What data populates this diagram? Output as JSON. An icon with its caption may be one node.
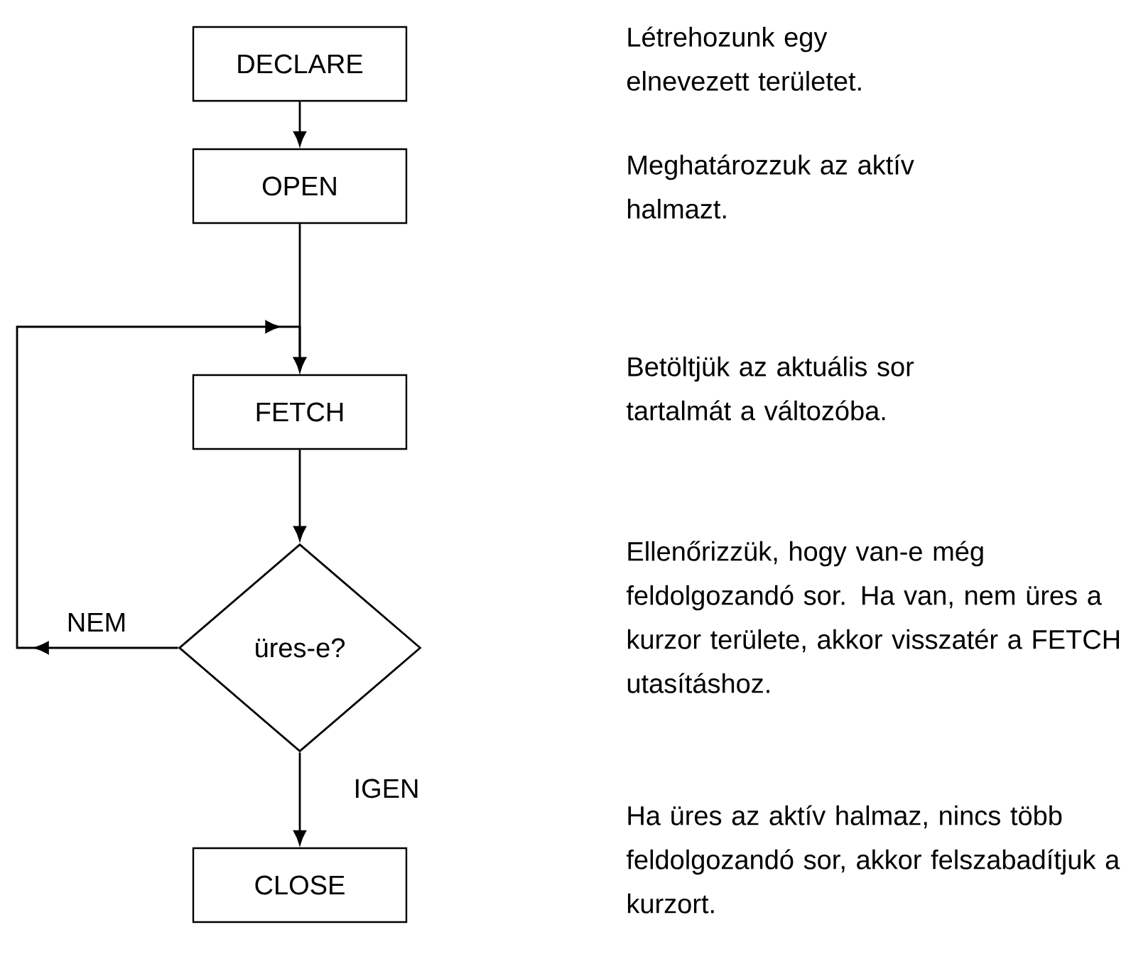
{
  "diagram": {
    "nodes": [
      {
        "text": [
          "DECLARE"
        ]
      },
      {
        "text": [
          "OPEN"
        ]
      },
      {
        "text": [
          "FETCH"
        ]
      },
      {
        "text": [
          "üres-e?"
        ]
      },
      {
        "text": [
          "CLOSE"
        ]
      }
    ],
    "edges": [
      {
        "from": 0,
        "to": 1,
        "arrow": "to"
      },
      {
        "from": 1,
        "to": 2,
        "arrow": "to"
      },
      {
        "from": 2,
        "to": 3,
        "arrow": "to"
      },
      {
        "from": 3,
        "to": 2,
        "arrow": "to",
        "label": "NEM"
      },
      {
        "from": 3,
        "to": 4,
        "arrow": "to",
        "label": "IGEN"
      }
    ],
    "labels": [
      "Létrehozunk egy elnevezett területet.",
      "Meghatározzuk az aktív halmazt.",
      "Betöltjük az aktuális sor tartalmát a változóba.",
      "Ellenőrizzük, hogy van-e még feldolgozandó sor. Ha van, nem üres a kurzor területe, akkor visszatér a FETCH utasításhoz.",
      "Ha üres az aktív halmaz, nincs több feldolgozandó sor, akkor felszabadítjuk a kurzort."
    ]
  }
}
